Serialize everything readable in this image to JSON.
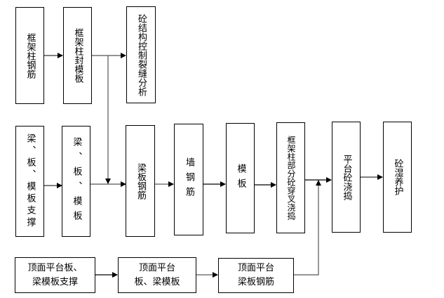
{
  "diagram": {
    "type": "flowchart",
    "nodes": {
      "col_rebar": "框架柱钢筋",
      "col_formwork": "框架柱封模板",
      "crack_analysis": "砼结构控制裂缝分析",
      "beam_support": "梁、板、模板支撑",
      "beam_formwork": "梁、板、模板",
      "beam_rebar": "梁板钢筋",
      "wall_rebar": "墙钢筋",
      "formwork": "模板",
      "col_concrete": "框架柱部分砼穿叉浇捣",
      "platform_concrete": "平台砼浇捣",
      "curing": "砼湿养护",
      "roof_support": "顶面平台板、\n梁模板支撑",
      "roof_formwork": "顶面平台\n板、梁模板",
      "roof_rebar": "顶面平台\n梁板钢筋"
    },
    "edges": [
      [
        "col_rebar",
        "col_formwork"
      ],
      [
        "col_formwork",
        "crack_analysis"
      ],
      [
        "col_formwork",
        "beam_rebar"
      ],
      [
        "beam_support",
        "beam_formwork"
      ],
      [
        "beam_formwork",
        "beam_rebar"
      ],
      [
        "beam_rebar",
        "wall_rebar"
      ],
      [
        "wall_rebar",
        "formwork"
      ],
      [
        "formwork",
        "col_concrete"
      ],
      [
        "col_concrete",
        "platform_concrete"
      ],
      [
        "roof_support",
        "roof_formwork"
      ],
      [
        "roof_formwork",
        "roof_rebar"
      ],
      [
        "roof_rebar",
        "platform_concrete"
      ],
      [
        "platform_concrete",
        "curing"
      ]
    ],
    "line_color": "#000000"
  }
}
